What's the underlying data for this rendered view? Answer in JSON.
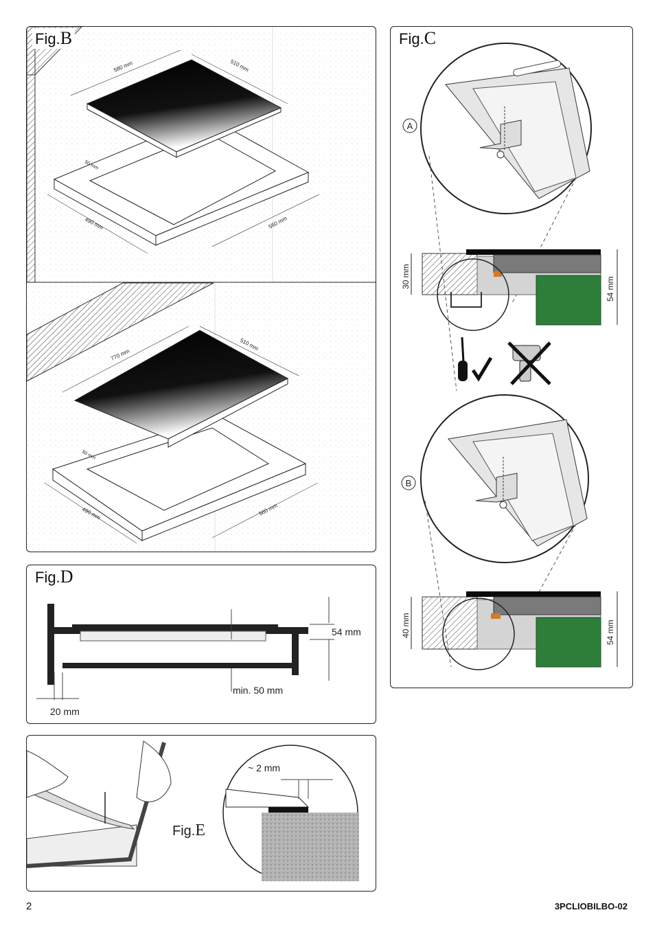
{
  "figures": {
    "b": {
      "prefix": "Fig.",
      "letter": "B",
      "top": {
        "depth": "580 mm",
        "width": "510 mm",
        "edge": "50 mm",
        "cut_depth": "490 mm",
        "cut_width": "560 mm"
      },
      "bottom": {
        "depth": "770 mm",
        "width": "510 mm",
        "edge": "50 mm",
        "cut_depth": "490 mm",
        "cut_width": "560 mm"
      }
    },
    "c": {
      "prefix": "Fig.",
      "letter": "C",
      "marker_a": "A",
      "marker_b": "B",
      "a_thickness": "30 mm",
      "a_height": "54 mm",
      "b_thickness": "40 mm",
      "b_height": "54 mm"
    },
    "d": {
      "prefix": "Fig.",
      "letter": "D",
      "height": "54 mm",
      "min_gap": "min. 50 mm",
      "wall_gap": "20 mm"
    },
    "e": {
      "prefix": "Fig.",
      "letter": "E",
      "gap": "~ 2 mm"
    }
  },
  "footer": {
    "page": "2",
    "code": "3PCLIOBILBO-02"
  },
  "colors": {
    "glass": "#0a0a0a",
    "box": "#2f7d3a",
    "stone": "#b3b3b3",
    "wall": "#d9d9d9"
  }
}
